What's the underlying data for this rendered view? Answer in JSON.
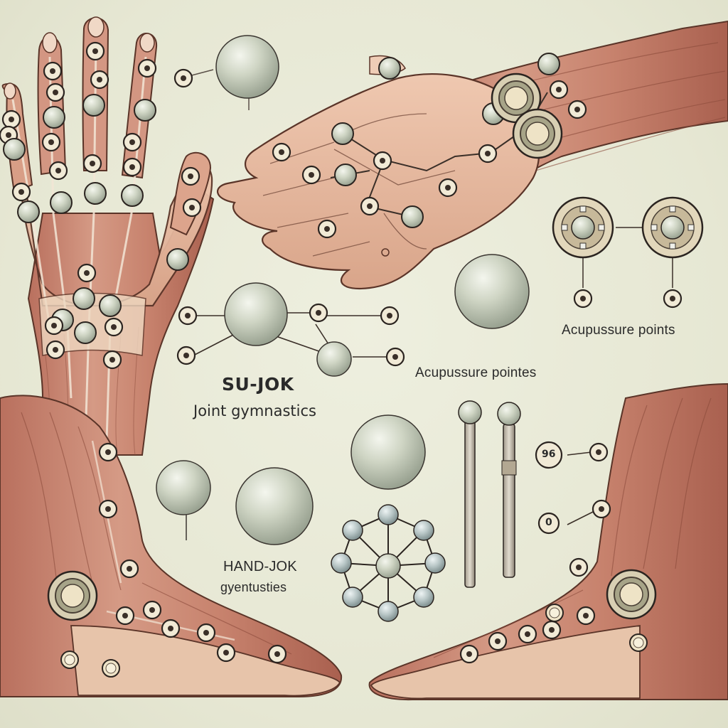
{
  "labels": {
    "title": "SU-JOK",
    "subtitle": "Joint gymnastics",
    "acupressure_right": "Acupussure points",
    "acupressure_center": "Acupussure pointes",
    "hand_jok_line1": "HAND-JOK",
    "hand_jok_line2": "gyentusties",
    "point_tag_1": "96",
    "point_tag_2": "0"
  },
  "colors": {
    "background": "#e9ead8",
    "skin": "#e5b99f",
    "muscle": "#c98672",
    "sphere": "#c8cfbe",
    "outline": "#2b2420"
  }
}
